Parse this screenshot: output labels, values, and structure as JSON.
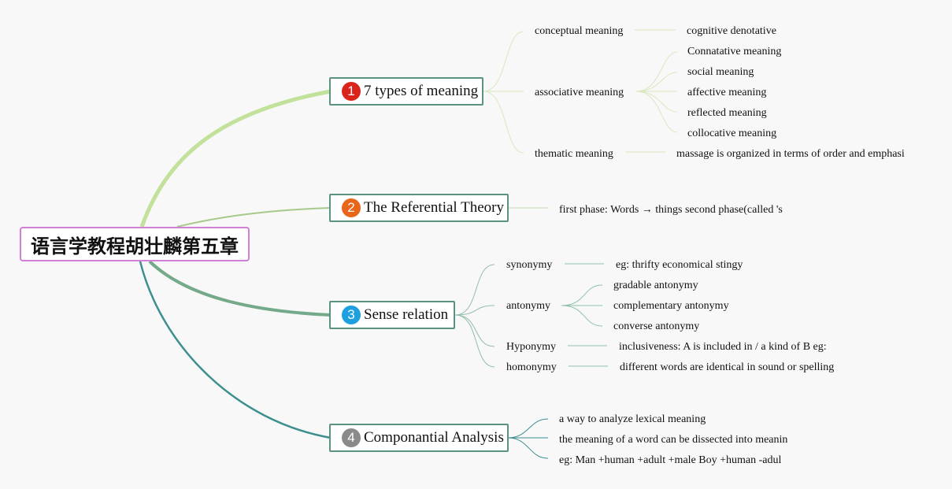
{
  "root": {
    "title": "语言学教程胡壮麟第五章"
  },
  "branches": [
    {
      "number": "1",
      "title": "7 types of meaning",
      "badge_color": "#d9231b",
      "line_color": "#c2e19a",
      "children": [
        {
          "label": "conceptual meaning",
          "details": [
            "cognitive denotative"
          ]
        },
        {
          "label": "associative meaning",
          "details": [
            "Connatative meaning",
            "social meaning",
            "affective meaning",
            "reflected meaning",
            "collocative meaning"
          ]
        },
        {
          "label": "thematic meaning",
          "details": [
            "massage is organized in terms of order and emphasi"
          ]
        }
      ]
    },
    {
      "number": "2",
      "title": "The Referential Theory",
      "badge_color": "#e8651a",
      "line_color": "#a7c98b",
      "children": [
        {
          "label": "first phase: Words → things second phase(called 's",
          "details": []
        }
      ]
    },
    {
      "number": "3",
      "title": "Sense relation",
      "badge_color": "#1d9fe0",
      "line_color": "#74a98a",
      "children": [
        {
          "label": "synonymy",
          "details": [
            "eg: thrifty economical stingy"
          ]
        },
        {
          "label": "antonymy",
          "details": [
            "gradable antonymy",
            "complementary antonymy",
            "converse antonymy"
          ]
        },
        {
          "label": "Hyponymy",
          "details": [
            "inclusiveness: A is included in / a kind of B eg:"
          ]
        },
        {
          "label": "homonymy",
          "details": [
            "different words are identical in sound or spelling"
          ]
        }
      ]
    },
    {
      "number": "4",
      "title": "Componantial Analysis",
      "badge_color": "#8a8a8a",
      "line_color": "#3c8f8e",
      "children": [
        {
          "label": "a way to analyze lexical meaning",
          "details": []
        },
        {
          "label": "the meaning of a word can be dissected into meanin",
          "details": []
        },
        {
          "label": "eg: Man +human +adult +male Boy +human -adul",
          "details": []
        }
      ]
    }
  ]
}
